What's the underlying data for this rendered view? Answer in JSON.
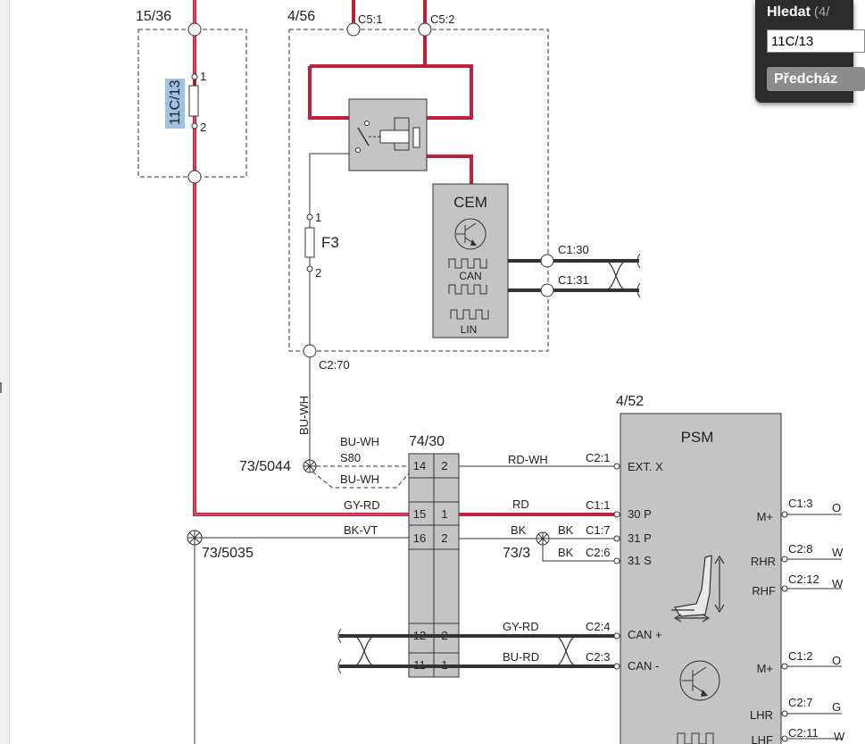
{
  "find_bar": {
    "title": "Hledat",
    "count": "(4/",
    "query": "11C/13",
    "prev_label": "Předcház"
  },
  "diagram": {
    "colors": {
      "power_wire": "#c2203a",
      "signal_wire": "#333333",
      "module_fill": "#c4c4c4",
      "highlight": "#9cc3e6"
    },
    "fuse_box": {
      "id": "15/36",
      "fuse": "11C/13",
      "pin1": "1",
      "pin2": "2"
    },
    "relay_box": {
      "id": "4/56",
      "c51": "C5:1",
      "c52": "C5:2",
      "fuse": "F3",
      "fuse_pin1": "1",
      "fuse_pin2": "2",
      "c270": "C2:70"
    },
    "cem": {
      "name": "CEM",
      "can": "CAN",
      "lin": "LIN",
      "c130": "C1:30",
      "c131": "C1:31"
    },
    "wire_buwh_vertical": "BU-WH",
    "splice_5044": "73/5044",
    "splice_5035": "73/5035",
    "splice_3": "73/3",
    "connector": {
      "id": "74/30",
      "rows": [
        {
          "left": "14",
          "right": "2"
        },
        {
          "left": "15",
          "right": "1"
        },
        {
          "left": "16",
          "right": "2"
        },
        {
          "left": "12",
          "right": "2"
        },
        {
          "left": "11",
          "right": "1"
        }
      ]
    },
    "left_wires": {
      "buwh_top": "BU-WH",
      "s80": "S80",
      "buwh_bottom": "BU-WH",
      "gyrd": "GY-RD",
      "bkvt": "BK-VT"
    },
    "right_wires": {
      "rdwh": "RD-WH",
      "rd": "RD",
      "bk": "BK",
      "bk2": "BK",
      "bk3": "BK",
      "gyrd": "GY-RD",
      "burd": "BU-RD"
    },
    "psm": {
      "id": "4/52",
      "name": "PSM",
      "pins_left": [
        {
          "conn": "C2:1",
          "label": "EXT. X"
        },
        {
          "conn": "C1:1",
          "label": "30 P"
        },
        {
          "conn": "C1:7",
          "label": "31 P"
        },
        {
          "conn": "C2:6",
          "label": "31 S"
        },
        {
          "conn": "C2:4",
          "label": "CAN +"
        },
        {
          "conn": "C2:3",
          "label": "CAN -"
        }
      ],
      "pins_right": [
        {
          "label": "M+",
          "conn": "C1:3",
          "wire": "O"
        },
        {
          "label": "RHR",
          "conn": "C2:8",
          "wire": "W"
        },
        {
          "label": "RHF",
          "conn": "C2:12",
          "wire": "W"
        },
        {
          "label": "M+",
          "conn": "C1:2",
          "wire": "O"
        },
        {
          "label": "LHR",
          "conn": "C2:7",
          "wire": "G"
        },
        {
          "label": "LHF",
          "conn": "C2:11",
          "wire": "W"
        }
      ]
    }
  }
}
